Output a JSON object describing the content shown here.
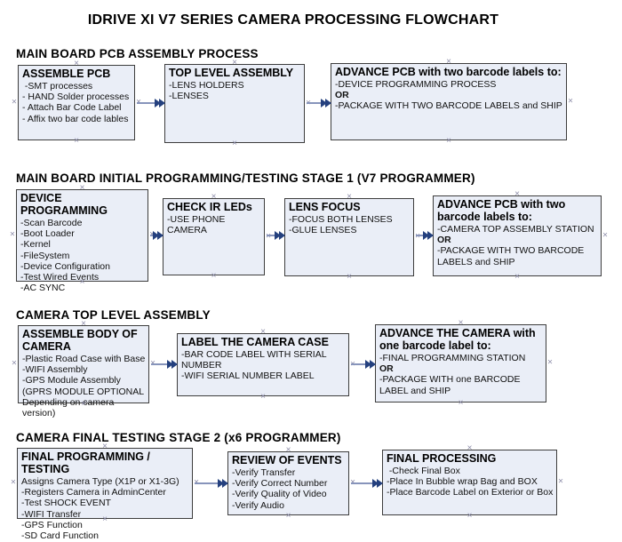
{
  "title": "IDRIVE XI V7 SERIES CAMERA PROCESSING FLOWCHART",
  "colors": {
    "box_fill": "#eaeef7",
    "box_border": "#3d3d3d",
    "arrow_line": "#8794bb",
    "arrow_head": "#24407e",
    "connection_mark": "#8c8ca8",
    "text": "#000000",
    "background": "#ffffff"
  },
  "sections": [
    {
      "heading": "MAIN BOARD PCB ASSEMBLY PROCESS",
      "boxes": [
        {
          "title": "ASSEMBLE PCB",
          "items": [
            " -SMT processes",
            "- HAND Solder processes",
            "- Attach Bar Code Label",
            "- Affix two bar code lables"
          ]
        },
        {
          "title": "TOP LEVEL ASSEMBLY",
          "items": [
            "-LENS HOLDERS",
            "-LENSES"
          ]
        },
        {
          "title": "ADVANCE PCB with two barcode labels to:",
          "items": [
            "-DEVICE PROGRAMMING PROCESS",
            "OR",
            "-PACKAGE WITH TWO BARCODE LABELS and SHIP"
          ]
        }
      ]
    },
    {
      "heading": "MAIN BOARD INITIAL PROGRAMMING/TESTING STAGE 1 (V7 PROGRAMMER)",
      "boxes": [
        {
          "title": "DEVICE PROGRAMMING",
          "items": [
            "-Scan Barcode",
            "-Boot Loader",
            "-Kernel",
            "-FileSystem",
            "-Device Configuration",
            "-Test Wired Events",
            "-AC SYNC"
          ]
        },
        {
          "title": "CHECK IR LEDs",
          "items": [
            "-USE PHONE CAMERA"
          ]
        },
        {
          "title": "LENS FOCUS",
          "items": [
            "-FOCUS BOTH LENSES",
            "-GLUE LENSES"
          ]
        },
        {
          "title": "ADVANCE PCB with two barcode labels to:",
          "items": [
            "-CAMERA TOP ASSEMBLY STATION",
            "OR",
            "-PACKAGE WITH TWO BARCODE LABELS and SHIP"
          ]
        }
      ]
    },
    {
      "heading": "CAMERA TOP LEVEL ASSEMBLY",
      "boxes": [
        {
          "title": "ASSEMBLE BODY OF CAMERA",
          "items": [
            "-Plastic Road Case with Base",
            "-WIFI Assembly",
            "-GPS Module Assembly",
            "(GPRS MODULE OPTIONAL Depending on camera version)"
          ]
        },
        {
          "title": "LABEL THE CAMERA CASE",
          "items": [
            "-BAR CODE LABEL WITH SERIAL NUMBER",
            "-WIFI SERIAL NUMBER LABEL"
          ]
        },
        {
          "title": "ADVANCE THE CAMERA with one barcode label to:",
          "items": [
            "-FINAL PROGRAMMING STATION",
            "OR",
            "-PACKAGE WITH one BARCODE LABEL and SHIP"
          ]
        }
      ]
    },
    {
      "heading": "CAMERA FINAL TESTING STAGE 2 (x6 PROGRAMMER)",
      "boxes": [
        {
          "title": "FINAL PROGRAMMING / TESTING",
          "items": [
            "Assigns Camera Type (X1P or X1-3G)",
            "-Registers Camera in AdminCenter",
            "-Test SHOCK EVENT",
            "-WIFI Transfer",
            "-GPS Function",
            "-SD Card Function"
          ]
        },
        {
          "title": "REVIEW OF EVENTS",
          "items": [
            "-Verify Transfer",
            "-Verify Correct Number",
            "-Verify Quality of Video",
            "-Verify Audio"
          ]
        },
        {
          "title": "FINAL PROCESSING",
          "items": [
            " -Check Final Box",
            "-Place In Bubble wrap Bag and BOX",
            "-Place Barcode Label on Exterior or Box"
          ]
        }
      ]
    }
  ]
}
